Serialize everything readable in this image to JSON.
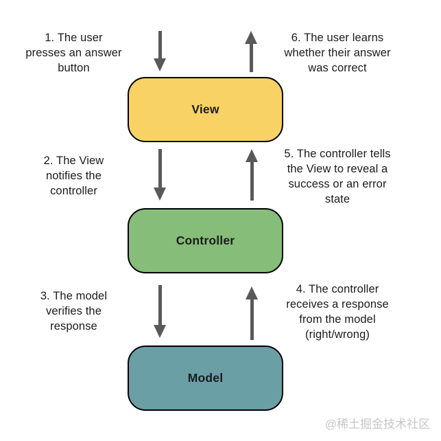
{
  "diagram": {
    "background": "#ffffff",
    "text_color": "#1b1b1b",
    "arrow_color": "#595959",
    "border_color": "#2d2d2d",
    "watermark_color": "#c6c6c6"
  },
  "boxes": [
    {
      "label": "View",
      "fill": "#f8d264"
    },
    {
      "label": "Controller",
      "fill": "#86bd78"
    },
    {
      "label": "Model",
      "fill": "#6b9fa6"
    }
  ],
  "annotations": [
    {
      "step": 1,
      "text": "1. The user\npresses an answer\nbutton"
    },
    {
      "step": 2,
      "text": "2. The View\nnotifies the\ncontroller"
    },
    {
      "step": 3,
      "text": "3. The model\nverifies the\nresponse"
    },
    {
      "step": 4,
      "text": "4. The controller\nreceives a response\nfrom the model\n(right/wrong)"
    },
    {
      "step": 5,
      "text": "5. The controller tells\nthe View to reveal a\nsuccess or an error\nstate"
    },
    {
      "step": 6,
      "text": "6. The user learns\nwhether their answer\nwas correct"
    }
  ],
  "watermark": "@稀土掘金技术社区"
}
